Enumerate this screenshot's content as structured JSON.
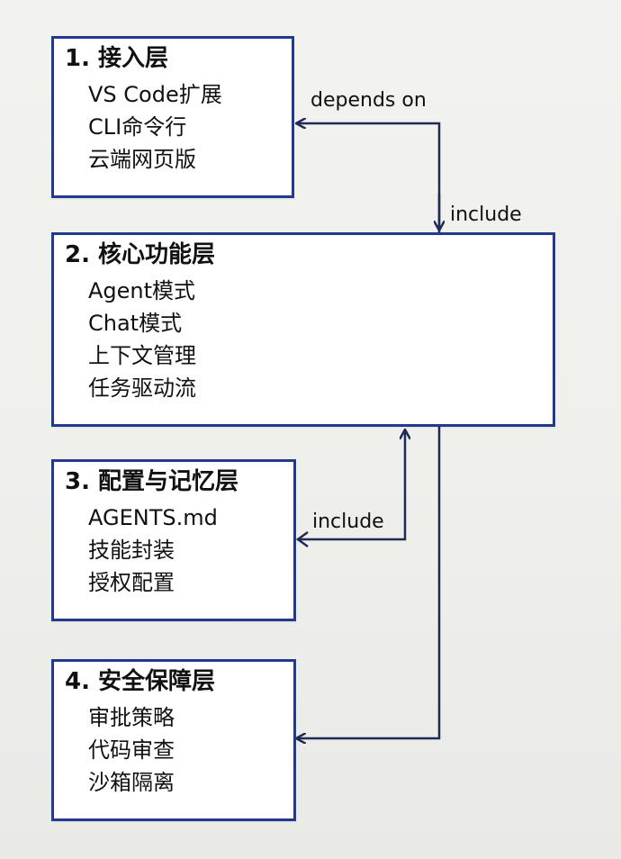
{
  "layers": [
    {
      "title": "1. 接入层",
      "items": [
        "VS Code扩展",
        "CLI命令行",
        "云端网页版"
      ]
    },
    {
      "title": "2. 核心功能层",
      "items": [
        "Agent模式",
        "Chat模式",
        "上下文管理",
        "任务驱动流"
      ]
    },
    {
      "title": "3. 配置与记忆层",
      "items": [
        "AGENTS.md",
        "技能封装",
        "授权配置"
      ]
    },
    {
      "title": "4. 安全保障层",
      "items": [
        "审批策略",
        "代码审查",
        "沙箱隔离"
      ]
    }
  ],
  "edges": {
    "depends_on": "depends on",
    "include_core": "include",
    "include_config": "include"
  },
  "colors": {
    "border": "#1f3a8f",
    "arrow": "#1f2a55"
  }
}
